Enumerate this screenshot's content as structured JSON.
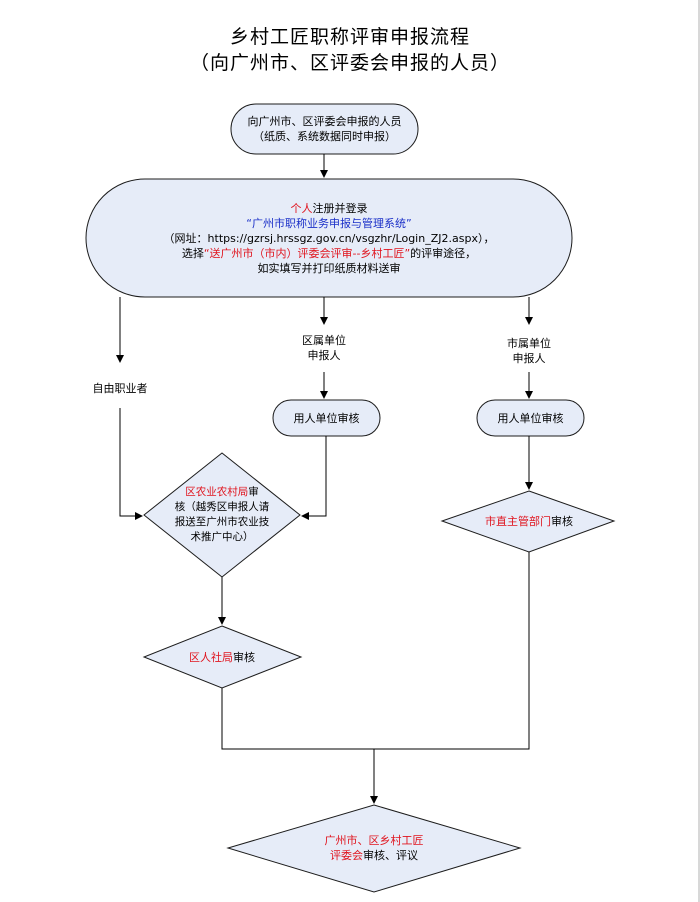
{
  "title": {
    "line1": "乡村工匠职称评审申报流程",
    "line2": "（向广州市、区评委会申报的人员）"
  },
  "start": {
    "line1": "向广州市、区评委会申报的人员",
    "line2": "（纸质、系统数据同时申报）"
  },
  "register": {
    "l1_red": "个人",
    "l1_rest": "注册并登录",
    "l2": "“广州市职称业务申报与管理系统”",
    "l3": "（网址：https://gzrsj.hrssgz.gov.cn/vsgzhr/Login_ZJ2.aspx），",
    "l4_pre": "选择",
    "l4_red": "“送广州市（市内）评委会评审--乡村工匠”",
    "l4_post": "的评审途径，",
    "l5": "如实填写并打印纸质材料送审"
  },
  "branches": {
    "freelance": "自由职业者",
    "district_unit_l1": "区属单位",
    "district_unit_l2": "申报人",
    "city_unit_l1": "市属单位",
    "city_unit_l2": "申报人"
  },
  "employer_review_district": "用人单位审核",
  "employer_review_city": "用人单位审核",
  "agri_bureau": {
    "l1_red": "区农业农村局",
    "l1_rest": "审",
    "l2": "核（越秀区申报人请",
    "l3": "报送至广州市农业技",
    "l4": "术推广中心）"
  },
  "city_dept": {
    "red": "市直主管部门",
    "rest": "审核"
  },
  "hrss_bureau": {
    "red": "区人社局",
    "rest": "审核"
  },
  "final": {
    "l1_red": "广州市、区乡村工匠",
    "l2_red": "评委会",
    "l2_rest": "审核、评议"
  },
  "colors": {
    "fill": "#e6ecf8",
    "stroke": "#1c1c1c",
    "accent_red": "#e0141e",
    "accent_blue": "#1a2fc8"
  }
}
